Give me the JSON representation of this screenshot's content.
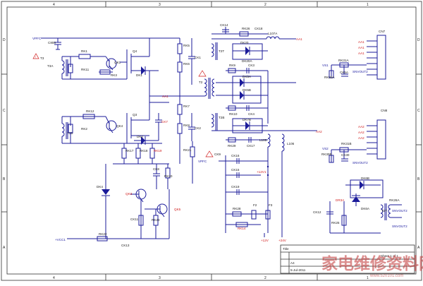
{
  "border": {
    "top": [
      "4",
      "3",
      "2",
      "1"
    ],
    "bottom": [
      "4",
      "3",
      "2",
      "1"
    ],
    "left": [
      "D",
      "C",
      "B",
      "A"
    ],
    "right": [
      "D",
      "C",
      "B",
      "A"
    ]
  },
  "nets": {
    "vpfc_top": "VPFC",
    "vpfc_mid": "VPFC",
    "vcc1": "+VCC1",
    "aa1": "AA1",
    "aa1_mid": "AA1",
    "aa2": "AA2",
    "v12": "+12V1",
    "v12b": "+12V",
    "v24": "+24V",
    "vs_a": "VS1",
    "vs_b": "VS2",
    "dr_a": "DR3A",
    "snv_a": "SNVOUT2",
    "snv_b": "SNVOUT2",
    "snv_c": "SNVOUT2",
    "snv_d": "SNVOUT2"
  },
  "labels": {
    "C806": "C806",
    "T3": "T3",
    "T3A": "T3A",
    "T3B": "T3B",
    "RK1": "RK1",
    "RK11": "RK11",
    "QK1": "QK1",
    "RK3": "RK3",
    "DK1": "DK1",
    "Q4": "Q4",
    "RK12": "RK12",
    "RK2": "RK2",
    "QK4": "QK4",
    "DK2": "DK2",
    "Q3": "Q3",
    "RK17": "RK17",
    "RK18": "RK18",
    "RK19": "RK19",
    "RK5": "RK5",
    "RK6": "RK6",
    "RK7": "RK7",
    "RK8": "RK8",
    "RK21": "RK21",
    "CK1": "CK1",
    "CK2": "CK2",
    "CK7": "CK7",
    "CK8": "CK8",
    "RK20": "RK20",
    "DK4": "DK4",
    "QK3": "QK3",
    "QK5": "QK5",
    "RK22": "RK22",
    "CK13": "CK13",
    "CK11": "CK11",
    "RK23": "RK23",
    "CK14": "CK14",
    "RK26": "RK26",
    "CK18": "CK18",
    "L107": "L107A",
    "T2": "T2",
    "T2T": "T2T",
    "T2B": "T2B",
    "DK20": "DK20",
    "DK20A": "DK20A",
    "RK9": "RK9",
    "CK3": "CK3",
    "DK5A": "DK5A",
    "DK5B": "DK5B",
    "RK10": "RK10",
    "CK4": "CK4",
    "DK7B": "DK7B",
    "RK29": "RK29",
    "CK17": "CK17",
    "L105": "L105",
    "L106": "L106",
    "CK9": "CK9",
    "CK16": "CK16",
    "CK15": "CK15",
    "CK19": "CK19",
    "RK28": "RK28",
    "F2": "F2",
    "F3": "F3",
    "RK14": "RK14",
    "CN7": "CN7",
    "CN8": "CN8",
    "RK31A": "RK31A",
    "CK5A": "CK5A",
    "RK30A": "RK30A",
    "RK31B": "RK31B",
    "CK30": "CK30",
    "RK30B": "RK30B",
    "DK6B": "DK6B",
    "DK6A": "DK6A",
    "RK26A": "RK26A",
    "T2T2": "T2T",
    "CK12": "CK12",
    "RK25": "RK25"
  },
  "titleblock": {
    "title": "Title",
    "size": "A4",
    "date": "5-Jul-2011",
    "sheet": "Sheet 1 of 1"
  },
  "watermark": {
    "main": "家电维修资料网",
    "sub": "www.520101.com"
  }
}
